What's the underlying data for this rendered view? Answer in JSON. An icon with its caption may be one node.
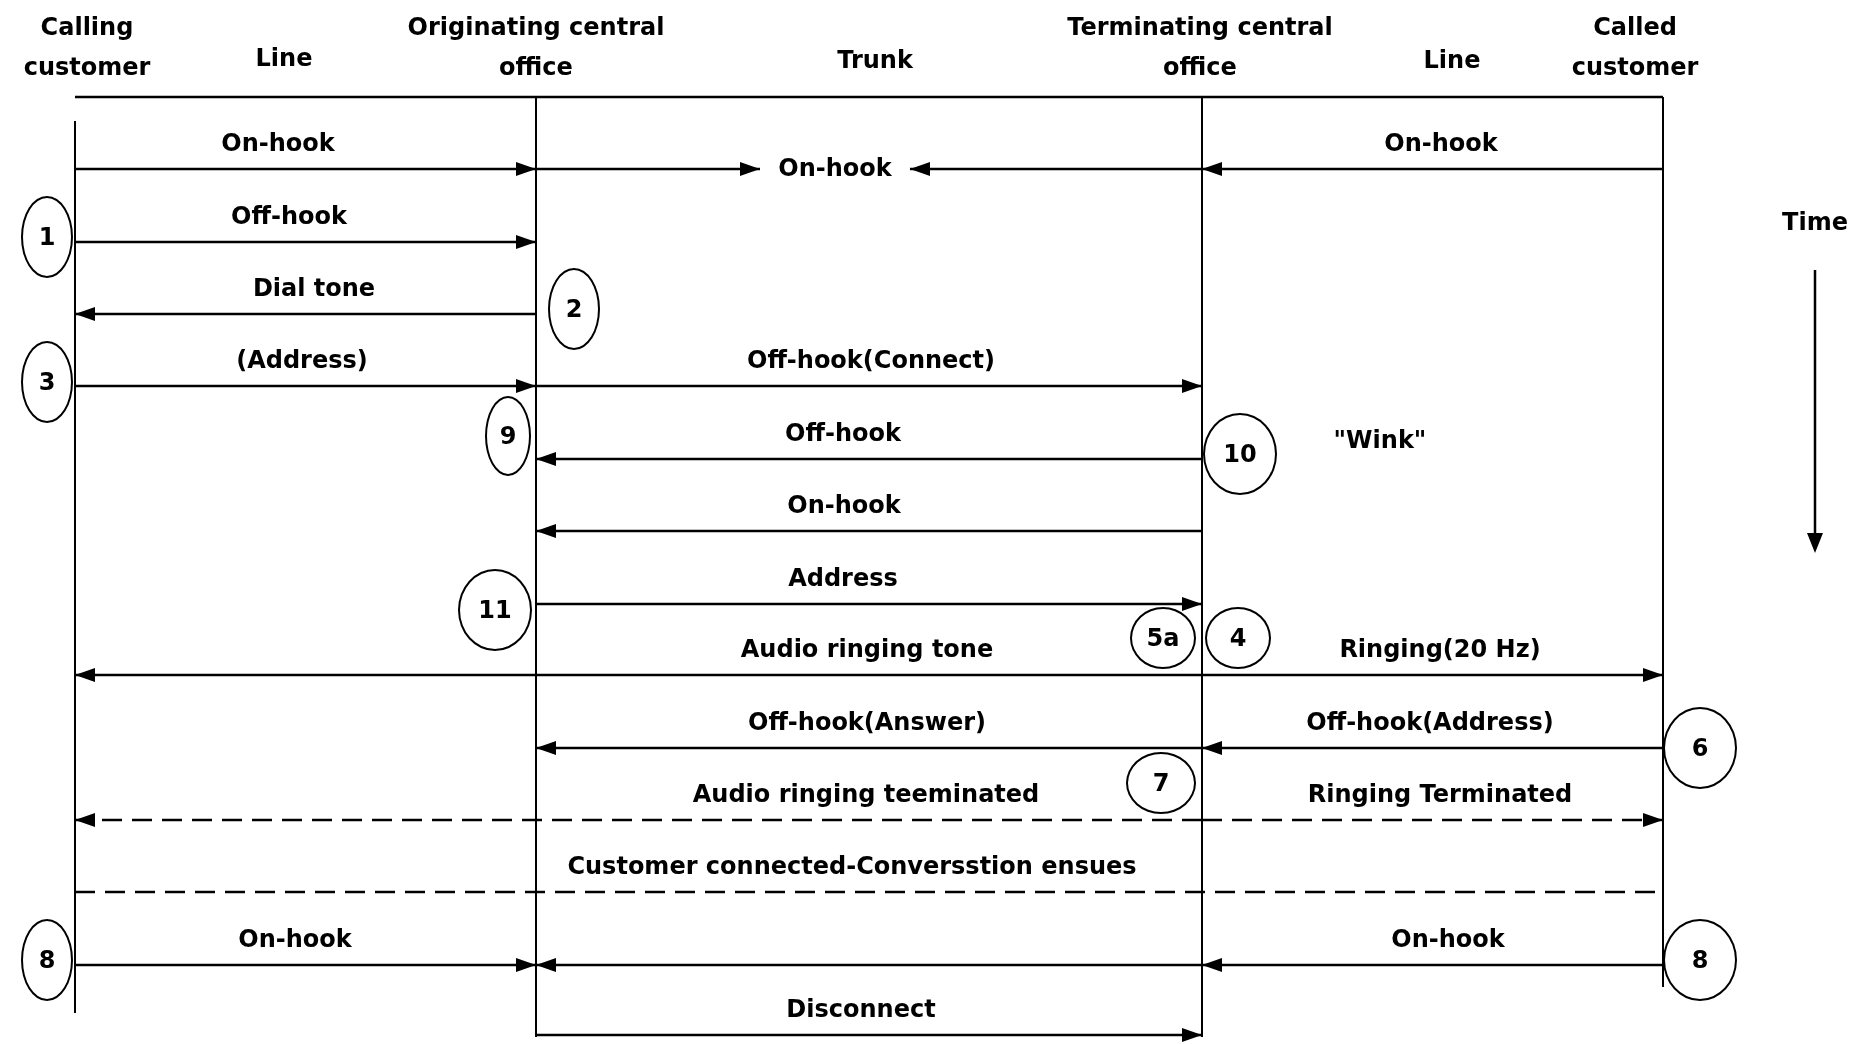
{
  "diagram": {
    "nodes": [
      {
        "text": [
          "Calling customer"
        ]
      },
      {
        "text": [
          "Originating central office"
        ]
      },
      {
        "text": [
          "Terminating central office"
        ]
      },
      {
        "text": [
          "Called customer"
        ]
      },
      {
        "text": [
          "On-hook"
        ]
      },
      {
        "text": [
          "1"
        ]
      },
      {
        "text": [
          "2"
        ]
      },
      {
        "text": [
          "3"
        ]
      },
      {
        "text": [
          "9"
        ]
      },
      {
        "text": [
          "10"
        ]
      },
      {
        "text": [
          "11"
        ]
      },
      {
        "text": [
          "5a"
        ]
      },
      {
        "text": [
          "4"
        ]
      },
      {
        "text": [
          "6"
        ]
      },
      {
        "text": [
          "7"
        ]
      },
      {
        "text": [
          "8"
        ]
      },
      {
        "text": [
          "8"
        ]
      }
    ],
    "edges": [
      {
        "from": 0,
        "to": 1,
        "arrow": "to",
        "label": "On-hook"
      },
      {
        "from": 1,
        "to": 4,
        "arrow": "to"
      },
      {
        "from": 2,
        "to": 4,
        "arrow": "to"
      },
      {
        "from": 3,
        "to": 2,
        "arrow": "to",
        "label": "On-hook"
      },
      {
        "from": 0,
        "to": 1,
        "arrow": "to",
        "label": "Off-hook"
      },
      {
        "from": 1,
        "to": 0,
        "arrow": "to",
        "label": "Dial tone"
      },
      {
        "from": 0,
        "to": 1,
        "arrow": "to",
        "label": "(Address)"
      },
      {
        "from": 1,
        "to": 2,
        "arrow": "to",
        "label": "Off-hook(Connect)"
      },
      {
        "from": 2,
        "to": 1,
        "arrow": "to",
        "label": "Off-hook"
      },
      {
        "from": 2,
        "to": 1,
        "arrow": "to",
        "label": "On-hook"
      },
      {
        "from": 1,
        "to": 2,
        "arrow": "to",
        "label": "Address"
      },
      {
        "from": 2,
        "to": 0,
        "arrow": "to",
        "label": "Audio ringing tone"
      },
      {
        "from": 2,
        "to": 3,
        "arrow": "to",
        "label": "Ringing(20 Hz)"
      },
      {
        "from": 2,
        "to": 1,
        "arrow": "to",
        "label": "Off-hook(Answer)"
      },
      {
        "from": 3,
        "to": 2,
        "arrow": "to",
        "label": "Off-hook(Address)"
      },
      {
        "from": 2,
        "to": 0,
        "arrow": "to",
        "label": "Audio ringing teeminated",
        "style": "dashed"
      },
      {
        "from": 2,
        "to": 3,
        "arrow": "to",
        "label": "Ringing Terminated",
        "style": "dashed"
      },
      {
        "from": 0,
        "to": 3,
        "arrow": "none",
        "label": "Customer connected-Conversstion ensues",
        "style": "dashed"
      },
      {
        "from": 0,
        "to": 1,
        "arrow": "to",
        "label": "On-hook"
      },
      {
        "from": 3,
        "to": 2,
        "arrow": "to",
        "label": "On-hook"
      },
      {
        "from": 2,
        "to": 1,
        "arrow": "to"
      },
      {
        "from": 1,
        "to": 2,
        "arrow": "to",
        "label": "Disconnect"
      }
    ],
    "labels": [
      "Line",
      "Trunk",
      "Line",
      "Time",
      "\"Wink\""
    ]
  }
}
